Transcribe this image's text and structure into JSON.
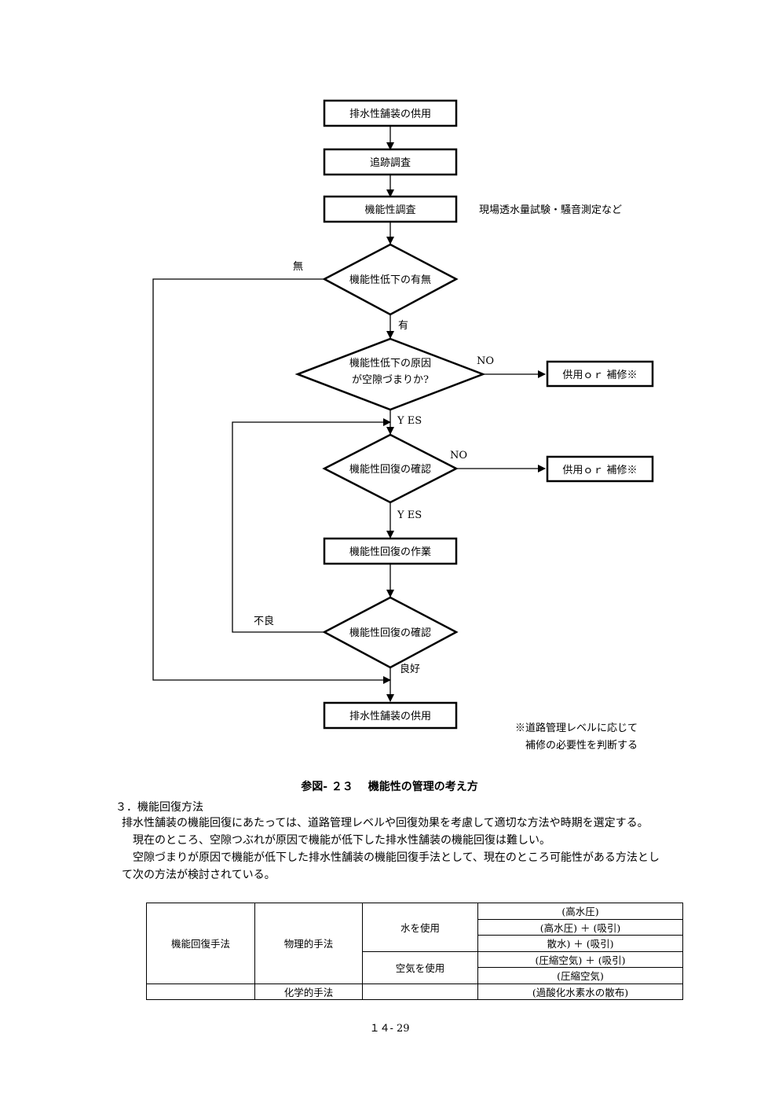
{
  "flowchart": {
    "start_box": "排水性舗装の供用",
    "followup_box": "追跡調査",
    "survey_box": "機能性調査",
    "survey_note": "現場透水量試験・騒音測定など",
    "decision_decline": "機能性低下の有無",
    "label_none": "無",
    "label_yes_has": "有",
    "decision_cause_line1": "機能性低下の原因",
    "decision_cause_line2": "が空隙づまりか?",
    "label_no_1": "NO",
    "result_box_1": "供用ｏｒ 補修※",
    "label_yes_1": "Y ES",
    "decision_recovery_check": "機能性回復の確認",
    "label_no_2": "NO",
    "result_box_2": "供用ｏｒ 補修※",
    "label_yes_2": "Y ES",
    "work_box": "機能性回復の作業",
    "decision_recovery_check_2": "機能性回復の確認",
    "label_bad": "不良",
    "label_good": "良好",
    "end_box": "排水性舗装の供用",
    "footnote_line1": "※道路管理レベルに応じて",
    "footnote_line2": "補修の必要性を判断する"
  },
  "caption": "参図- ２３　 機能性の管理の考え方",
  "section_heading": "３．機能回復方法",
  "paragraphs": [
    "排水性舗装の機能回復にあたっては、道路管理レベルや回復効果を考慮して適切な方法や時期を選定する。",
    "現在のところ、空隙つぶれが原因で機能が低下した排水性舗装の機能回復は難しい。",
    "空隙づまりが原因で機能が低下した排水性舗装の機能回復手法として、現在のところ可能性がある方法とし",
    "て次の方法が検討されている。"
  ],
  "table": {
    "category": "機能回復手法",
    "physical": "物理的手法",
    "use_water": "水を使用",
    "water_1": "(高水圧)",
    "water_2": "(高水圧) ＋ (吸引)",
    "water_3": "散水) ＋ (吸引)",
    "use_air": "空気を使用",
    "air_1": "(圧縮空気) ＋ (吸引)",
    "air_2": "(圧縮空気)",
    "chemical": "化学的手法",
    "chemical_1": "(過酸化水素水の散布)"
  },
  "page_number": "１４- 29"
}
